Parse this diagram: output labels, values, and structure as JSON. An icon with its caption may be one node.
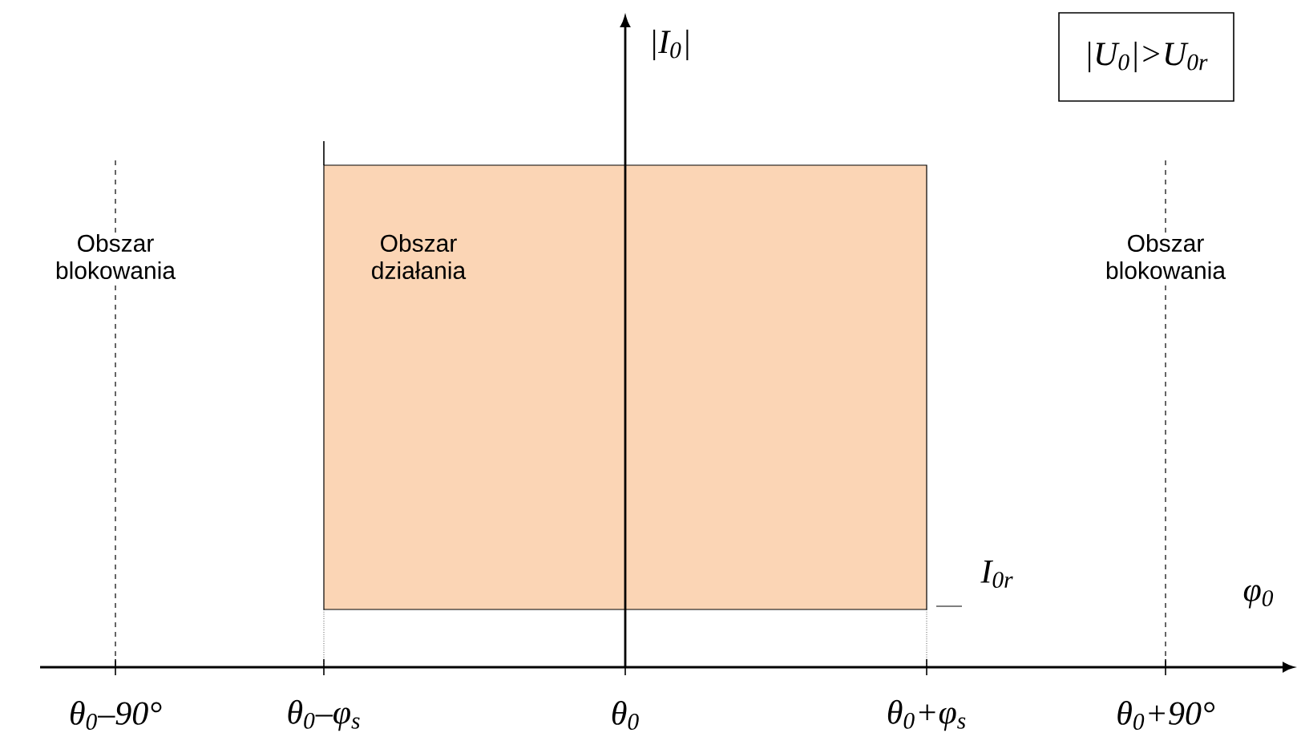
{
  "diagram": {
    "nodes": [
      {
        "text": [
          "Obszar działania"
        ]
      },
      {
        "text": [
          "|U$_{0}$|>U$_{0r}$"
        ]
      }
    ],
    "labels": [
      "Obszar blokowania",
      "Obszar blokowania",
      "|I$_{0}$|",
      "I$_{0r}$",
      "φ$_{0}$",
      "θ$_{0}$–90°",
      "θ$_{0}$–φ$_{s}$",
      "θ$_{0}$",
      "θ$_{0}$+φ$_{s}$",
      "θ$_{0}$+90°"
    ]
  }
}
